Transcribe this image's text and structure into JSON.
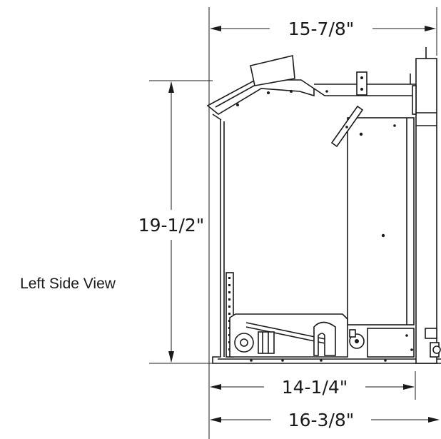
{
  "drawing": {
    "view_label": "Left Side View",
    "dimensions": {
      "top_width": "15-7/8\"",
      "height": "19-1/2\"",
      "base_depth": "14-1/4\"",
      "overall_depth": "16-3/8\""
    }
  }
}
